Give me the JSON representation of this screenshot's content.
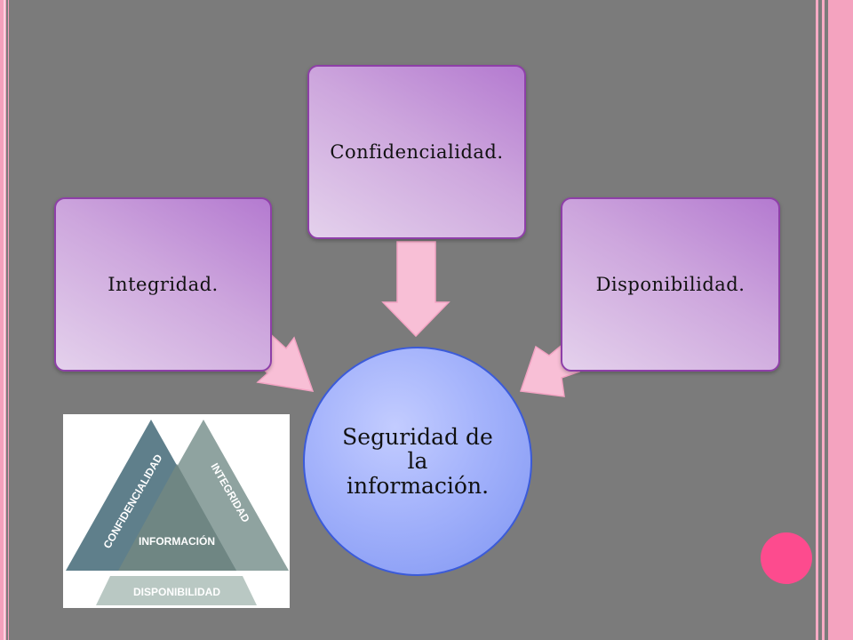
{
  "diagram": {
    "top_box": "Confidencialidad.",
    "left_box": "Integridad.",
    "right_box": "Disponibilidad.",
    "center_circle": "Seguridad de la información."
  },
  "triangle_image": {
    "left_side": "CONFIDENCIALIDAD",
    "right_side": "INTEGRIDAD",
    "center": "INFORMACIÓN",
    "bottom": "DISPONIBILIDAD"
  },
  "colors": {
    "background": "#7b7b7b",
    "box_fill": "#cda6dd",
    "box_border": "#8e3fa8",
    "arrow": "#f8bfd6",
    "circle_fill": "#a3b2fb",
    "accent_dot": "#fd4b8e",
    "triangle_left": "#5c7d8a",
    "triangle_right": "#8fa3a0",
    "triangle_bottom": "#b9c8c3"
  }
}
